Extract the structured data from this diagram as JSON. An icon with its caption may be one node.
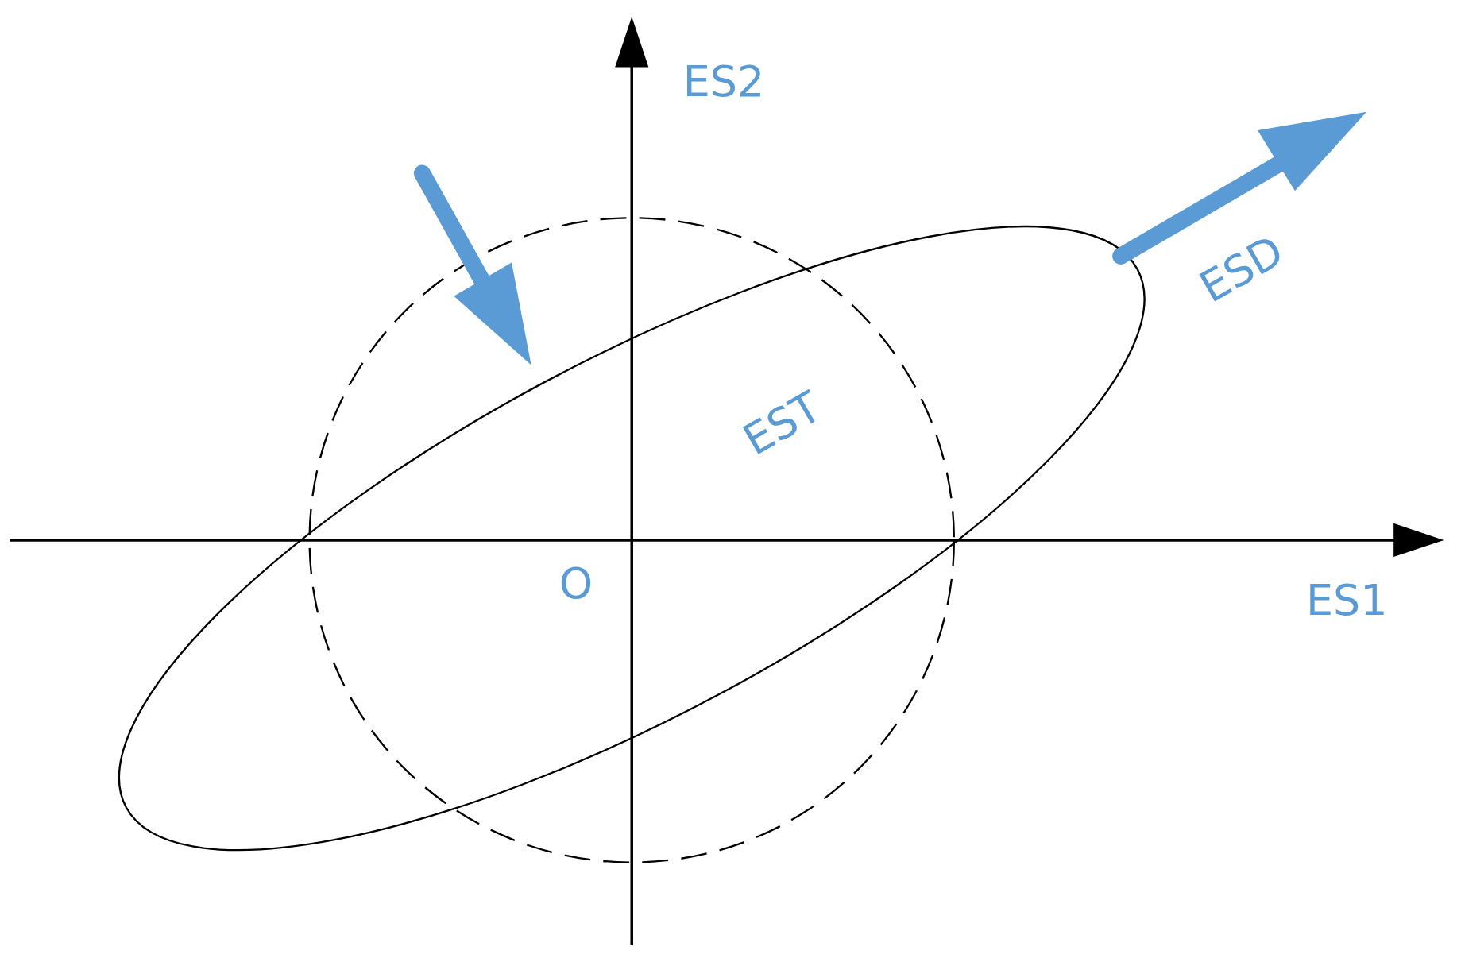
{
  "diagram": {
    "labels": [
      "ES2",
      "ESD",
      "EST",
      "O",
      "ES1"
    ]
  }
}
